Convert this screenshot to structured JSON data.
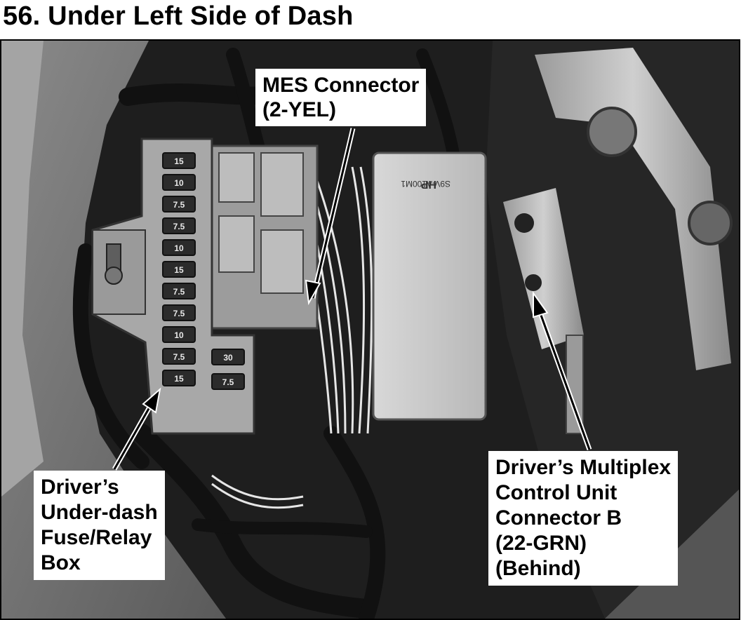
{
  "title": "56. Under Left Side of Dash",
  "callouts": {
    "mes_connector": {
      "lines": [
        "MES Connector",
        "(2-YEL)"
      ]
    },
    "fuse_relay_box": {
      "lines": [
        "Driver’s",
        "Under-dash",
        "Fuse/Relay",
        "Box"
      ]
    },
    "multiplex_unit": {
      "lines": [
        "Driver’s Multiplex",
        "Control Unit",
        "Connector B",
        "(22-GRN)",
        "(Behind)"
      ]
    }
  },
  "fuse_labels": [
    "15",
    "10",
    "7.5",
    "7.5",
    "10",
    "15",
    "7.5",
    "7.5",
    "10",
    "7.5",
    "15"
  ],
  "fuse_labels_right": [
    "30",
    "7.5"
  ],
  "module_label": [
    "HP",
    "S9V-A100M1"
  ],
  "colors": {
    "callout_bg": "#ffffff",
    "text": "#000000",
    "frame": "#000000"
  }
}
